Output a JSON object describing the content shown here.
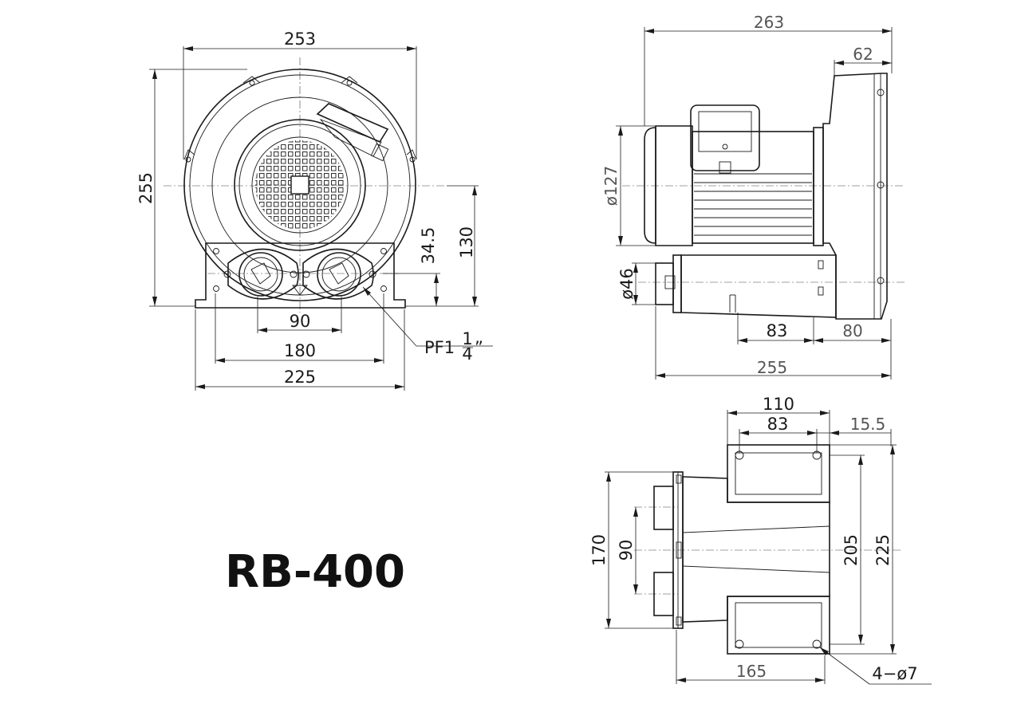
{
  "model": "RB-400",
  "front": {
    "overall_width": "253",
    "overall_height": "255",
    "outlet_height": "34.5",
    "axis_height": "130",
    "port_spacing": "90",
    "foot_hole_spacing": "180",
    "base_width": "225",
    "port_thread": "PF1",
    "port_thread_num": "1",
    "port_thread_den": "4",
    "port_thread_suffix": "”"
  },
  "side": {
    "overall_length": "263",
    "blower_depth": "62",
    "motor_dia": "ø127",
    "port_dia": "ø46",
    "foot_length": "83",
    "foot_offset": "80",
    "base_length": "255"
  },
  "top": {
    "foot_width": "110",
    "foot_hole_spacing": "83",
    "foot_edge": "15.5",
    "flange_height": "170",
    "port_spacing": "90",
    "foot_hole_span": "205",
    "base_depth": "225",
    "hole_offset": "165",
    "holes": "4−ø7"
  }
}
